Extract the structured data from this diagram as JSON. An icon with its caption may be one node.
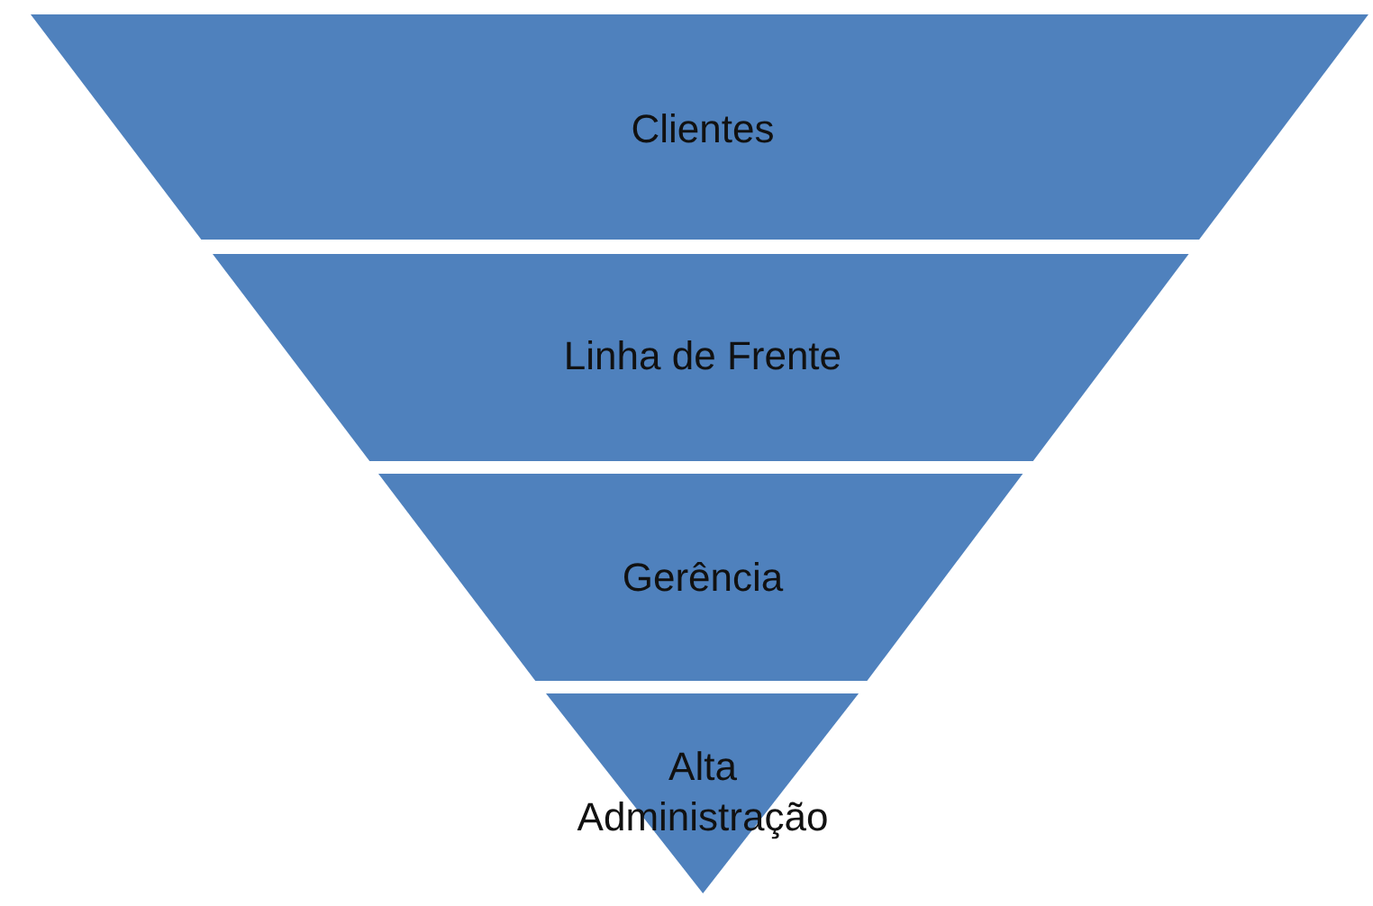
{
  "diagram": {
    "nodes": [
      {
        "text": [
          "Clientes"
        ]
      },
      {
        "text": [
          "Linha de Frente"
        ]
      },
      {
        "text": [
          "Gerência"
        ]
      },
      {
        "text": [
          "Alta Administração"
        ]
      }
    ]
  }
}
